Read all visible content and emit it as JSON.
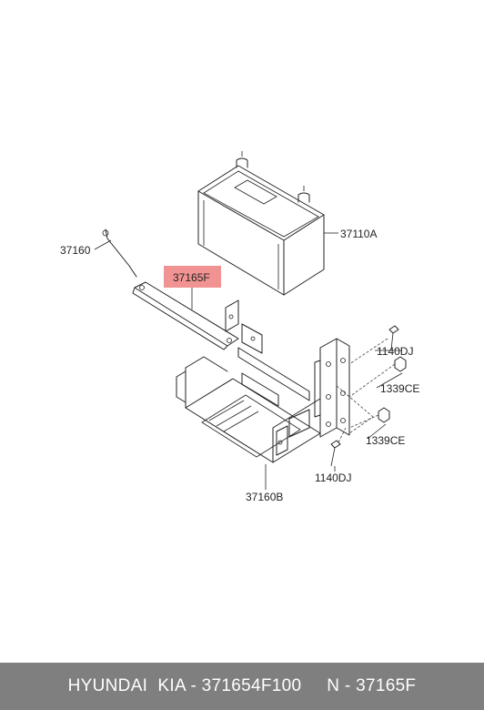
{
  "callouts": {
    "c37110A": "37110A",
    "c37160": "37160",
    "c37165F": "37165F",
    "c1140DJ_top": "1140DJ",
    "c1339CE_top": "1339CE",
    "c1339CE_bottom": "1339CE",
    "c1140DJ_bottom": "1140DJ",
    "c37160B": "37160B"
  },
  "highlight_color": "#f08080",
  "footer": {
    "brand": "HYUNDAI  KIA - 371654F100",
    "part_no": "N - 37165F"
  }
}
